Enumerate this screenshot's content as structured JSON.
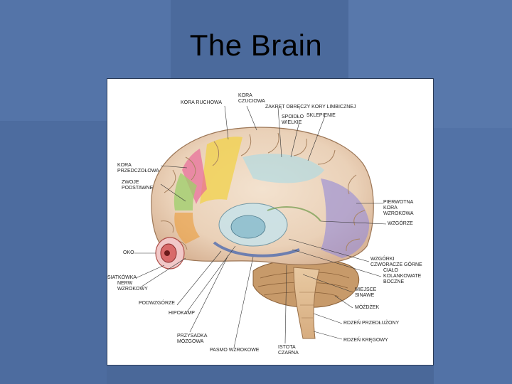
{
  "slide": {
    "title": "The Brain"
  },
  "labels": {
    "kora_ruchowa": "KORA RUCHOWA",
    "kora_czuciowa": "KORA\nCZUCIOWA",
    "zakret_obreczy": "ZAKRĘT OBRĘCZY KORY LIMBICZNEJ",
    "spoidlo_wielkie": "SPOIDŁO\nWIELKIE",
    "sklepienie": "SKLEPIENIE",
    "kora_przedczolowa": "KORA\nPRZEDCZOŁOWA",
    "zwoje_podstawne": "ZWOJE\nPODSTAWNE",
    "pierwotna_kora": "PIERWOTNA\nKORA\nWZROKOWA",
    "wzgorze": "WZGÓRZE",
    "oko": "OKO",
    "wzgorki": "WZGÓRKI\nCZWORACZE GÓRNE",
    "cialo": "CIAŁO\nKOLANKOWATE\nBOCZNE",
    "siatkowka": "SIATKÓWKA",
    "nerw": "NERW\nWZROKOWY",
    "miejsce_sinawe": "MIEJSCE\nSINAWE",
    "podwzgorze": "PODWZGÓRZE",
    "mozdzek": "MÓŻDŻEK",
    "hipokamp": "HIPOKAMP",
    "rdzen_przedluzony": "RDZEŃ PRZEDŁUŻONY",
    "przysadka": "PRZYSADKA\nMÓZGOWA",
    "istota_czarna": "ISTOTA\nCZARNA",
    "rdzen_kregowy": "RDZEŃ KRĘGOWY",
    "pasmo_wzrokowe": "PASMO WZROKOWE"
  }
}
